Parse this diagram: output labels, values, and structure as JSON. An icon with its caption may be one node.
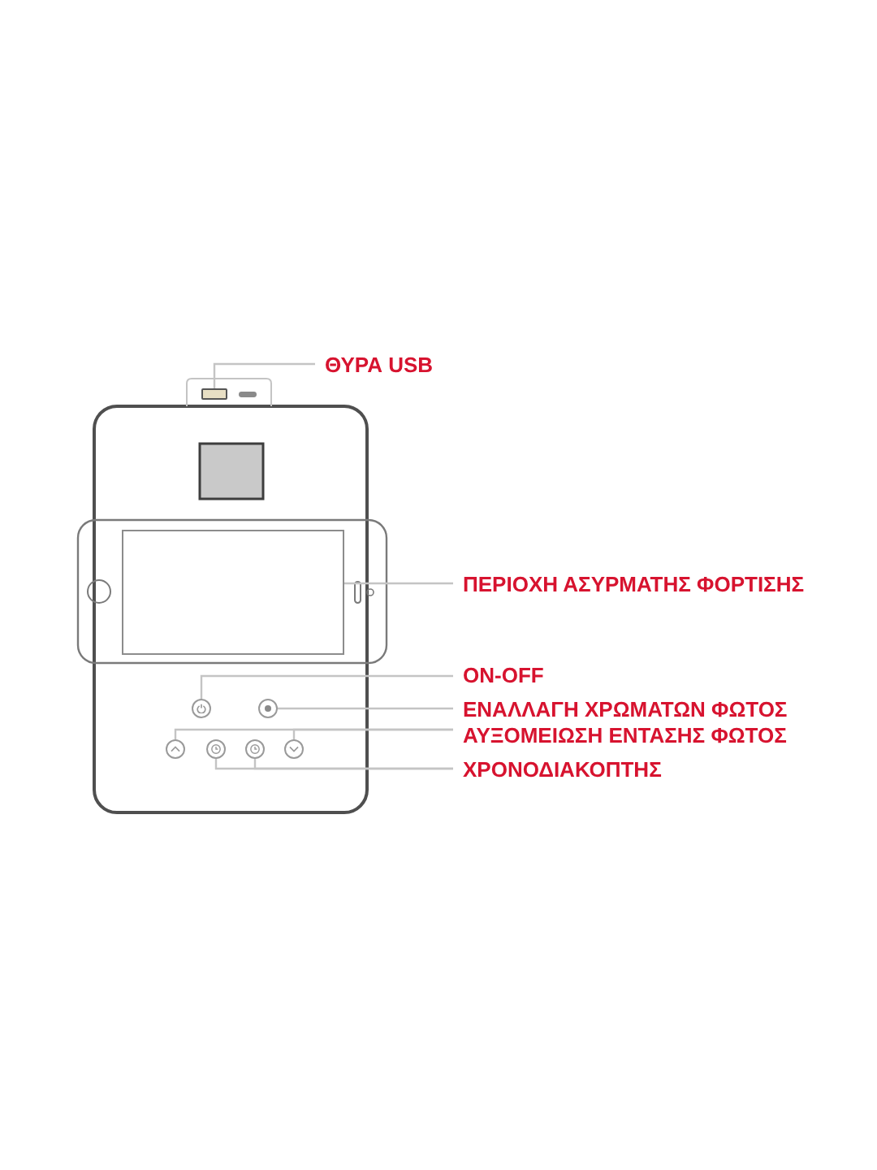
{
  "diagram": {
    "nodes": [
      {
        "text": [
          "ΘΥΡΑ USB"
        ]
      },
      {
        "text": [],
        "shape": "box"
      },
      {
        "text": [
          "ΠΕΡΙΟΧΗ ΑΣΥΡΜΑΤΗΣ ΦΟΡΤΙΣΗΣ"
        ]
      },
      {
        "text": [],
        "shape": "box"
      },
      {
        "text": [
          "ON-OFF"
        ]
      },
      {
        "text": [],
        "shape": "circle"
      },
      {
        "text": [
          "ΕΝΑΛΛΑΓΗ ΧΡΩΜΑΤΩΝ ΦΩΤΟΣ"
        ]
      },
      {
        "text": [],
        "shape": "circle"
      },
      {
        "text": [
          "ΑΥΞΟΜΕΙΩΣΗ ΕΝΤΑΣΗΣ ΦΩΤΟΣ"
        ]
      },
      {
        "text": [],
        "shape": "circle"
      },
      {
        "text": [],
        "shape": "circle"
      },
      {
        "text": [],
        "shape": "circle"
      },
      {
        "text": [],
        "shape": "circle"
      },
      {
        "text": [
          "ΧΡΟΝΟΔΙΑΚΟΠΤΗΣ"
        ]
      }
    ],
    "edges": [
      {
        "from": 0,
        "to": 1,
        "arrow": "none"
      },
      {
        "from": 2,
        "to": 3,
        "arrow": "none"
      },
      {
        "from": 4,
        "to": 5,
        "arrow": "none"
      },
      {
        "from": 6,
        "to": 7,
        "arrow": "none"
      },
      {
        "from": 8,
        "to": 9,
        "arrow": "none"
      },
      {
        "from": 8,
        "to": 12,
        "arrow": "none"
      },
      {
        "from": 13,
        "to": 10,
        "arrow": "none"
      },
      {
        "from": 13,
        "to": 11,
        "arrow": "none"
      }
    ]
  }
}
